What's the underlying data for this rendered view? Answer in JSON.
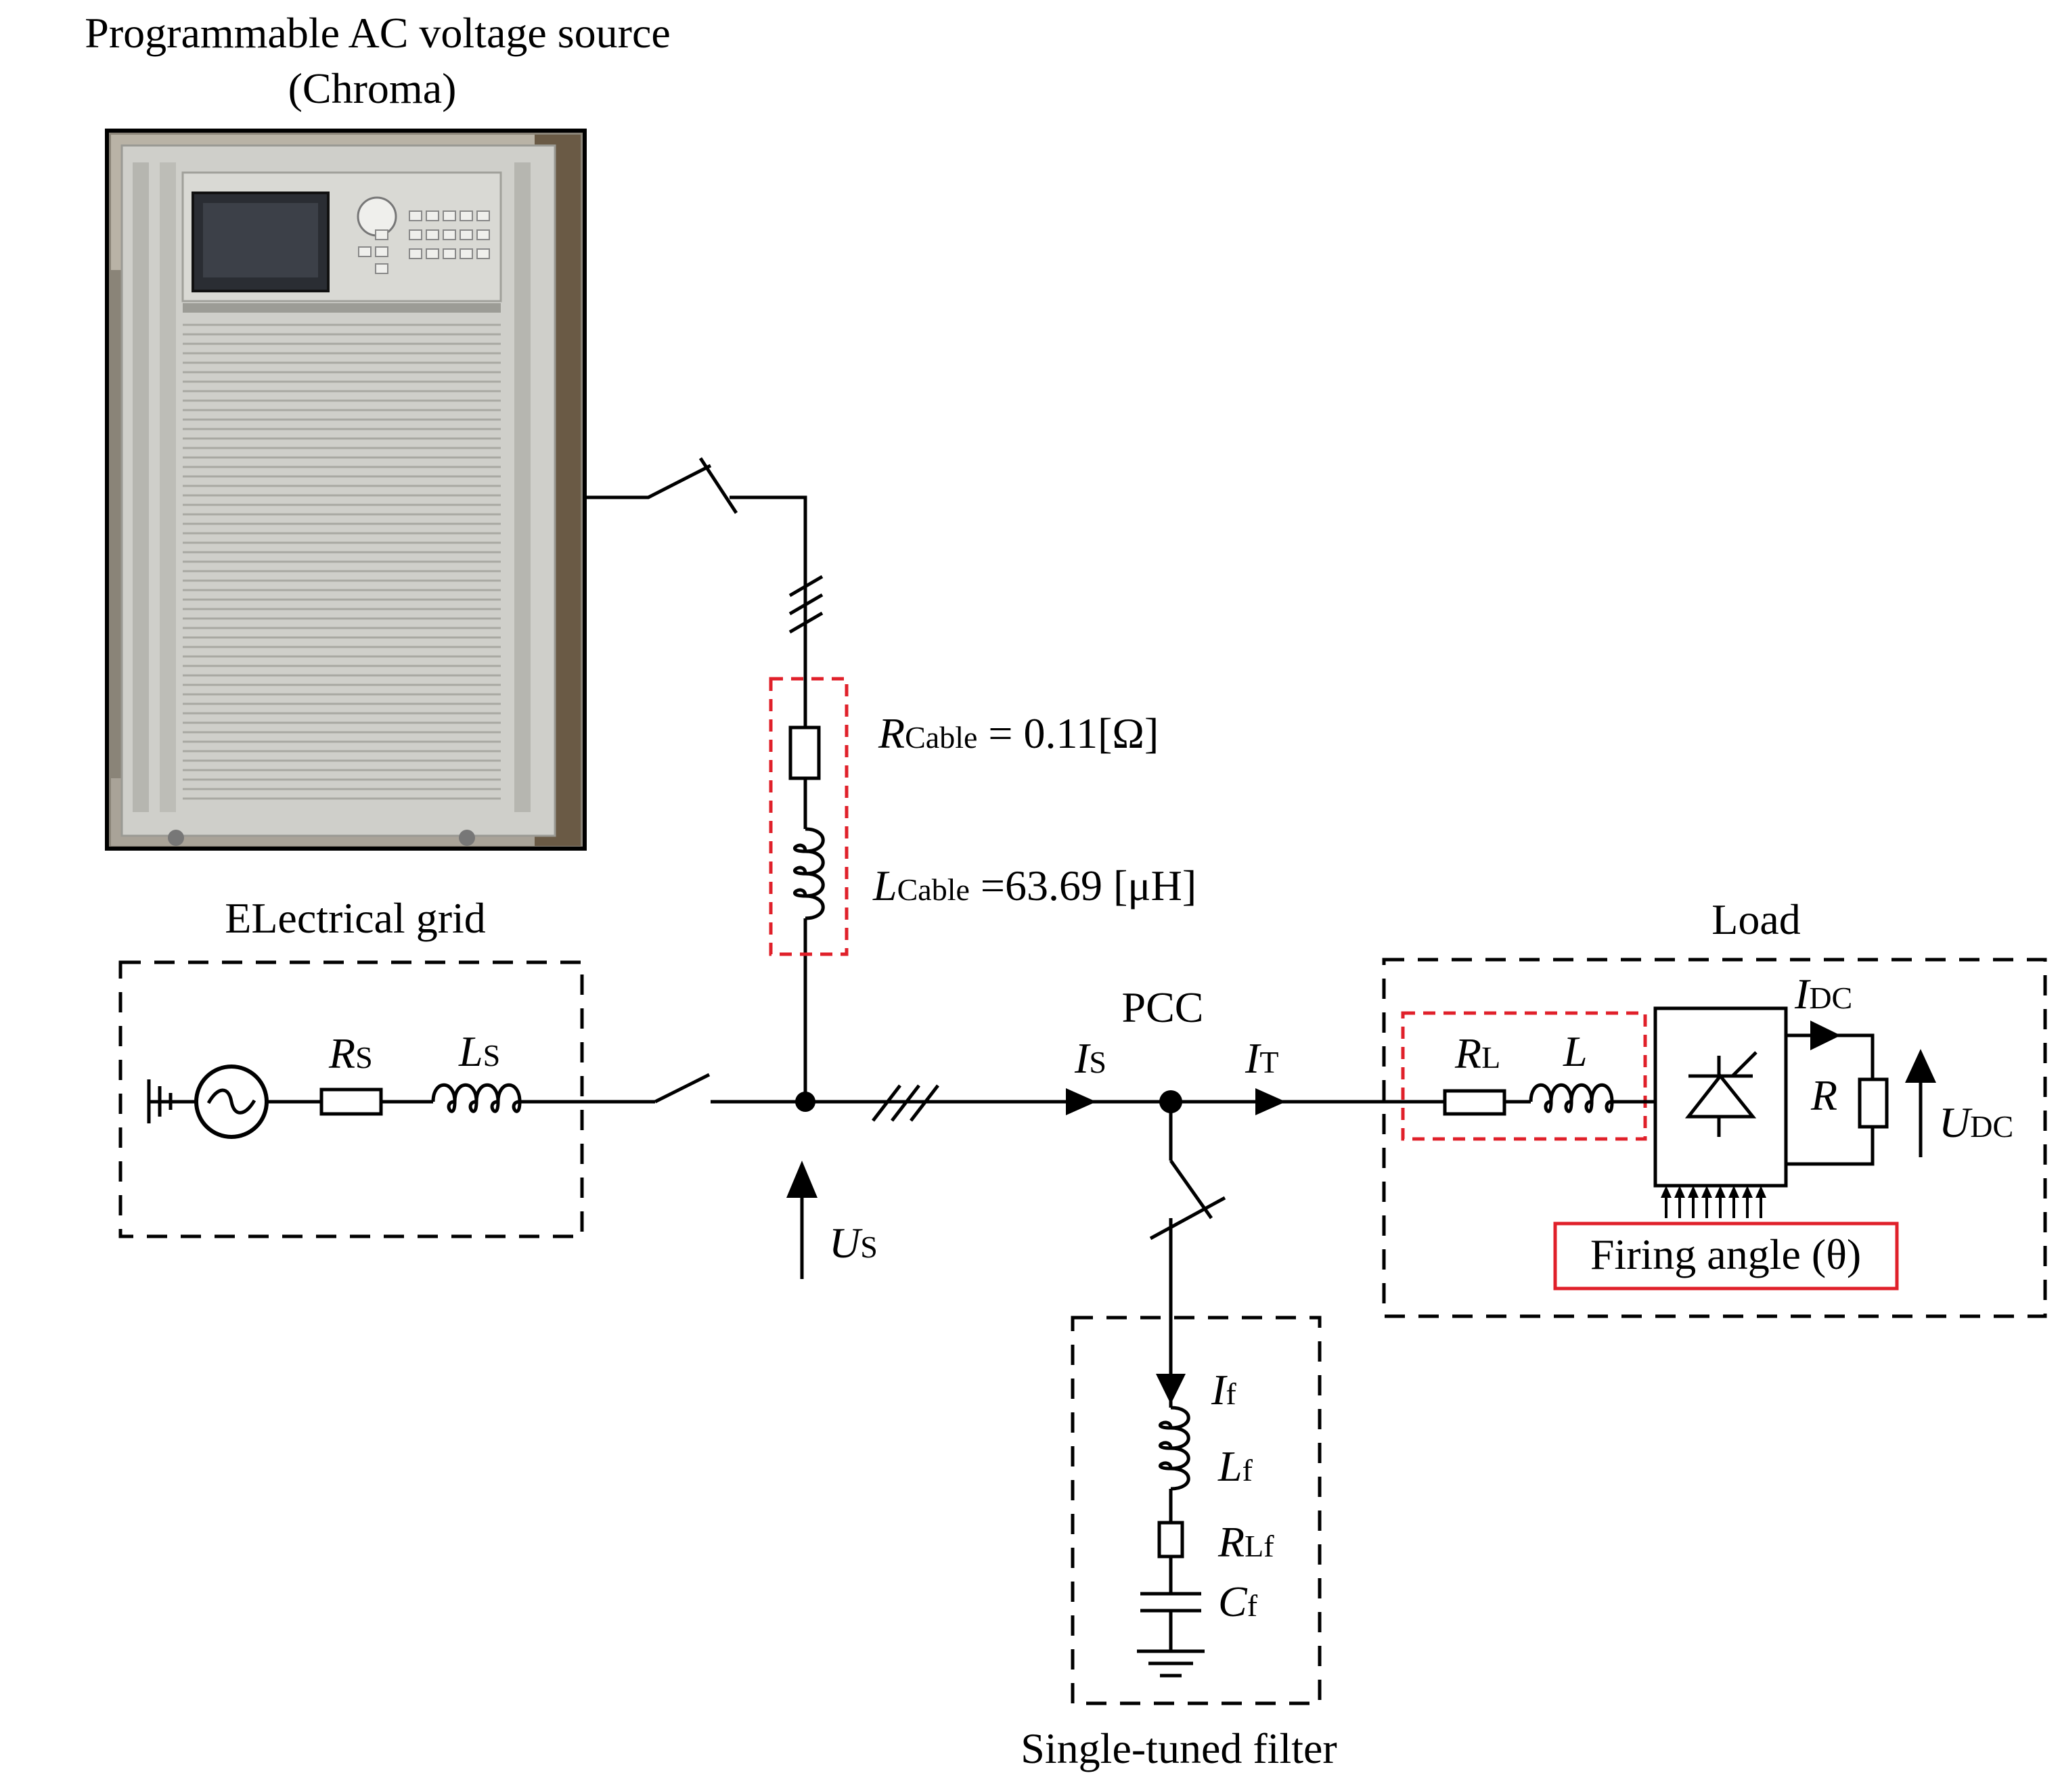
{
  "source": {
    "title_line1": "Programmable AC voltage source",
    "title_line2": "(Chroma)"
  },
  "cable": {
    "r_sym": "R",
    "r_sub": "Cable",
    "r_val": " = 0.11[Ω]",
    "l_sym": "L",
    "l_sub": "Cable",
    "l_val": " =63.69 [μH]"
  },
  "grid": {
    "title": "ELectrical grid",
    "rs_sym": "R",
    "rs_sub": "S",
    "ls_sym": "L",
    "ls_sub": "S"
  },
  "pcc": {
    "label": "PCC",
    "us_sym": "U",
    "us_sub": "S",
    "is_sym": "I",
    "is_sub": "S",
    "it_sym": "I",
    "it_sub": "T"
  },
  "load": {
    "title": "Load",
    "rl_sym": "R",
    "rl_sub": "L",
    "l_sym": "L",
    "idc_sym": "I",
    "idc_sub": "DC",
    "r_sym": "R",
    "udc_sym": "U",
    "udc_sub": "DC",
    "firing": "Firing angle (θ)"
  },
  "filter": {
    "title": "Single-tuned filter",
    "if_sym": "I",
    "if_sub": "f",
    "lf_sym": "L",
    "lf_sub": "f",
    "rlf_sym": "R",
    "rlf_sub": "Lf",
    "cf_sym": "C",
    "cf_sub": "f"
  },
  "colors": {
    "highlight_box": "#e0202a",
    "cabinet_body": "#c9c9c4",
    "screen": "#2a2d33"
  }
}
